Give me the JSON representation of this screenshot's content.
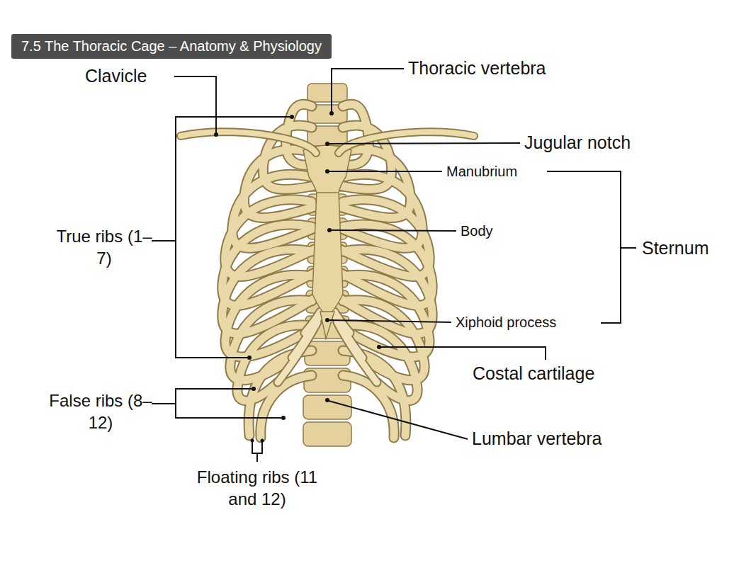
{
  "diagram": {
    "title": "7.5 The Thoracic Cage – Anatomy & Physiology",
    "labels": [
      "Clavicle",
      "Thoracic vertebra",
      "Jugular notch",
      "Manubrium",
      "Body",
      "Sternum",
      "True ribs (1–7)",
      "Xiphoid process",
      "Costal cartilage",
      "False ribs (8–12)",
      "Lumbar vertebra",
      "Floating ribs (11 and 12)"
    ]
  }
}
